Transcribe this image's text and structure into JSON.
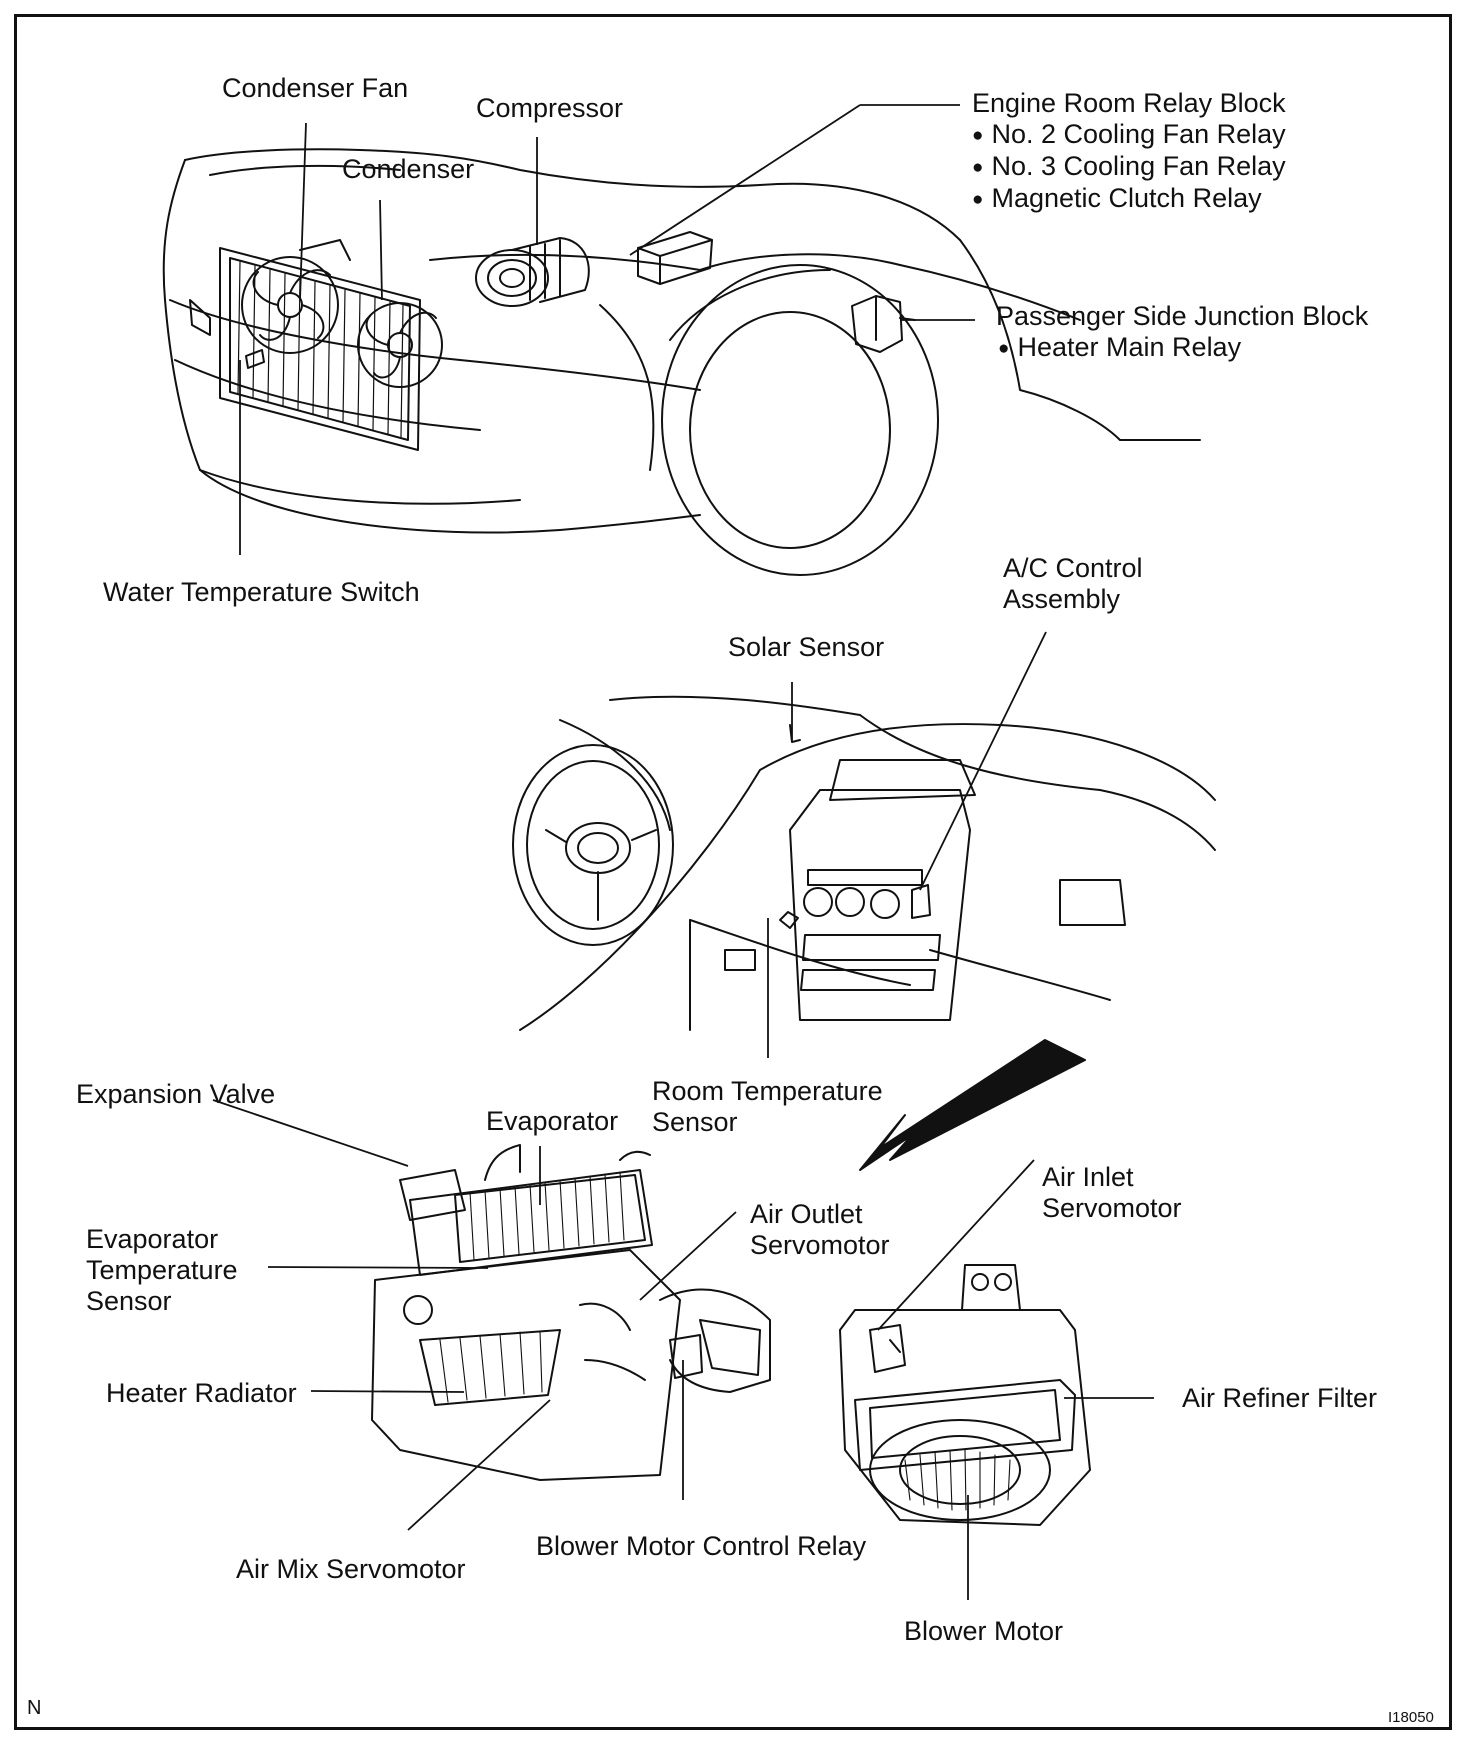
{
  "labels": {
    "condenser_fan": "Condenser Fan",
    "compressor": "Compressor",
    "condenser": "Condenser",
    "engine_room_relay_block": {
      "title": "Engine Room Relay Block",
      "items": [
        "No. 2 Cooling Fan Relay",
        "No. 3 Cooling Fan Relay",
        "Magnetic Clutch Relay"
      ]
    },
    "passenger_side_junction_block": {
      "title": "Passenger Side Junction Block",
      "items": [
        "Heater Main Relay"
      ]
    },
    "water_temperature_switch": "Water Temperature Switch",
    "ac_control_assembly": [
      "A/C Control",
      "Assembly"
    ],
    "solar_sensor": "Solar Sensor",
    "expansion_valve": "Expansion Valve",
    "evaporator": "Evaporator",
    "room_temperature_sensor": [
      "Room Temperature",
      "Sensor"
    ],
    "air_inlet_servomotor": [
      "Air Inlet",
      "Servomotor"
    ],
    "air_outlet_servomotor": [
      "Air Outlet",
      "Servomotor"
    ],
    "evaporator_temperature_sensor": [
      "Evaporator",
      "Temperature",
      "Sensor"
    ],
    "heater_radiator": "Heater Radiator",
    "air_refiner_filter": "Air Refiner Filter",
    "air_mix_servomotor": "Air Mix Servomotor",
    "blower_motor_control_relay": "Blower Motor Control Relay",
    "blower_motor": "Blower Motor"
  },
  "corner_left": "N",
  "corner_right": "I18050"
}
